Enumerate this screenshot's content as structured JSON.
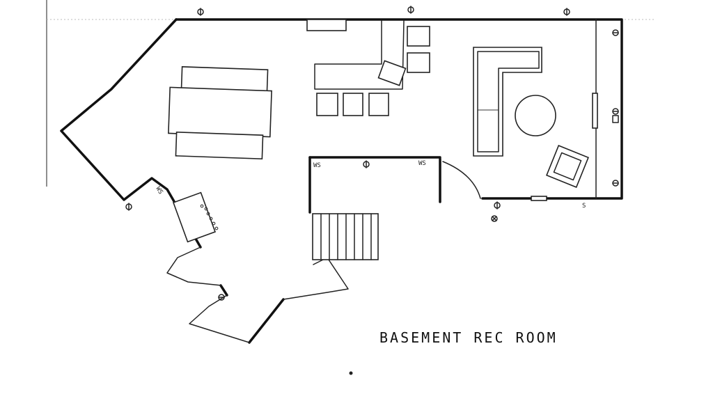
{
  "title": "BASEMENT REC ROOM",
  "annotations": {
    "ws_left": "WS",
    "ws_stair": "WS",
    "ws_closet": "WS",
    "ws_right": "S"
  },
  "colors": {
    "ink": "#111111",
    "paper": "#ffffff"
  },
  "icons": [
    "outlet-icon",
    "switch-icon",
    "light-fixture-icon",
    "smoke-detector-icon"
  ]
}
